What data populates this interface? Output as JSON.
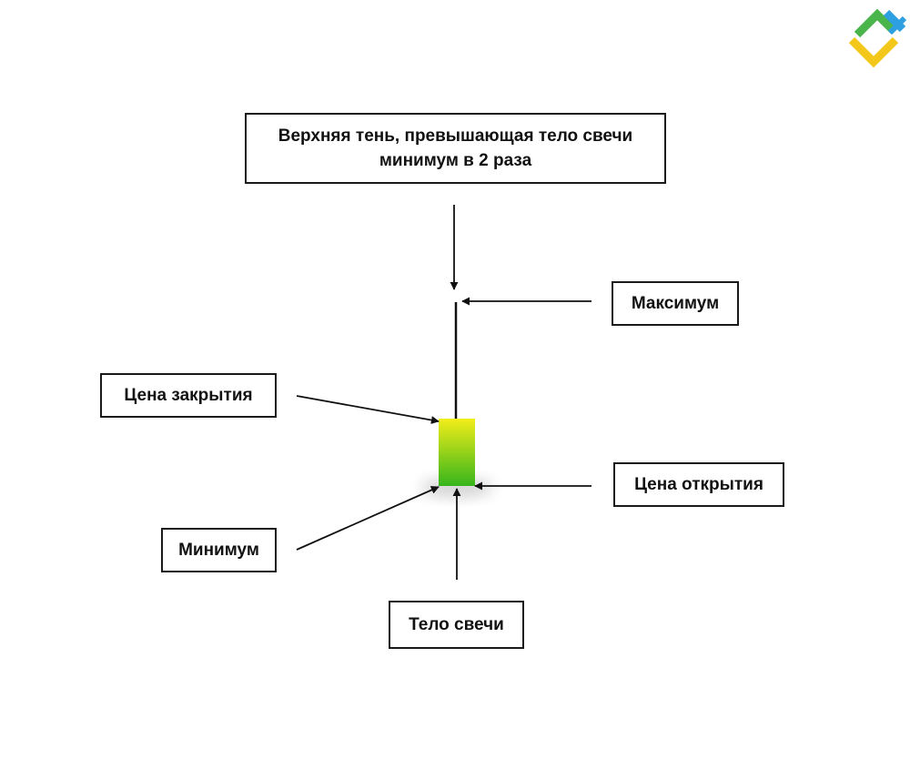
{
  "labels": {
    "upper_shadow": "Верхняя тень, превышающая тело свечи минимум в 2 раза",
    "maximum": "Максимум",
    "close_price": "Цена закрытия",
    "open_price": "Цена открытия",
    "minimum": "Минимум",
    "candle_body": "Тело свечи"
  },
  "colors": {
    "candle_top": "#f2ee1a",
    "candle_bottom": "#36b51b",
    "line": "#111111",
    "logo_green": "#4ab54a",
    "logo_blue": "#2e9fe0",
    "logo_yellow": "#f4c81b"
  },
  "logo": {
    "icon": "brand-logo-icon"
  }
}
